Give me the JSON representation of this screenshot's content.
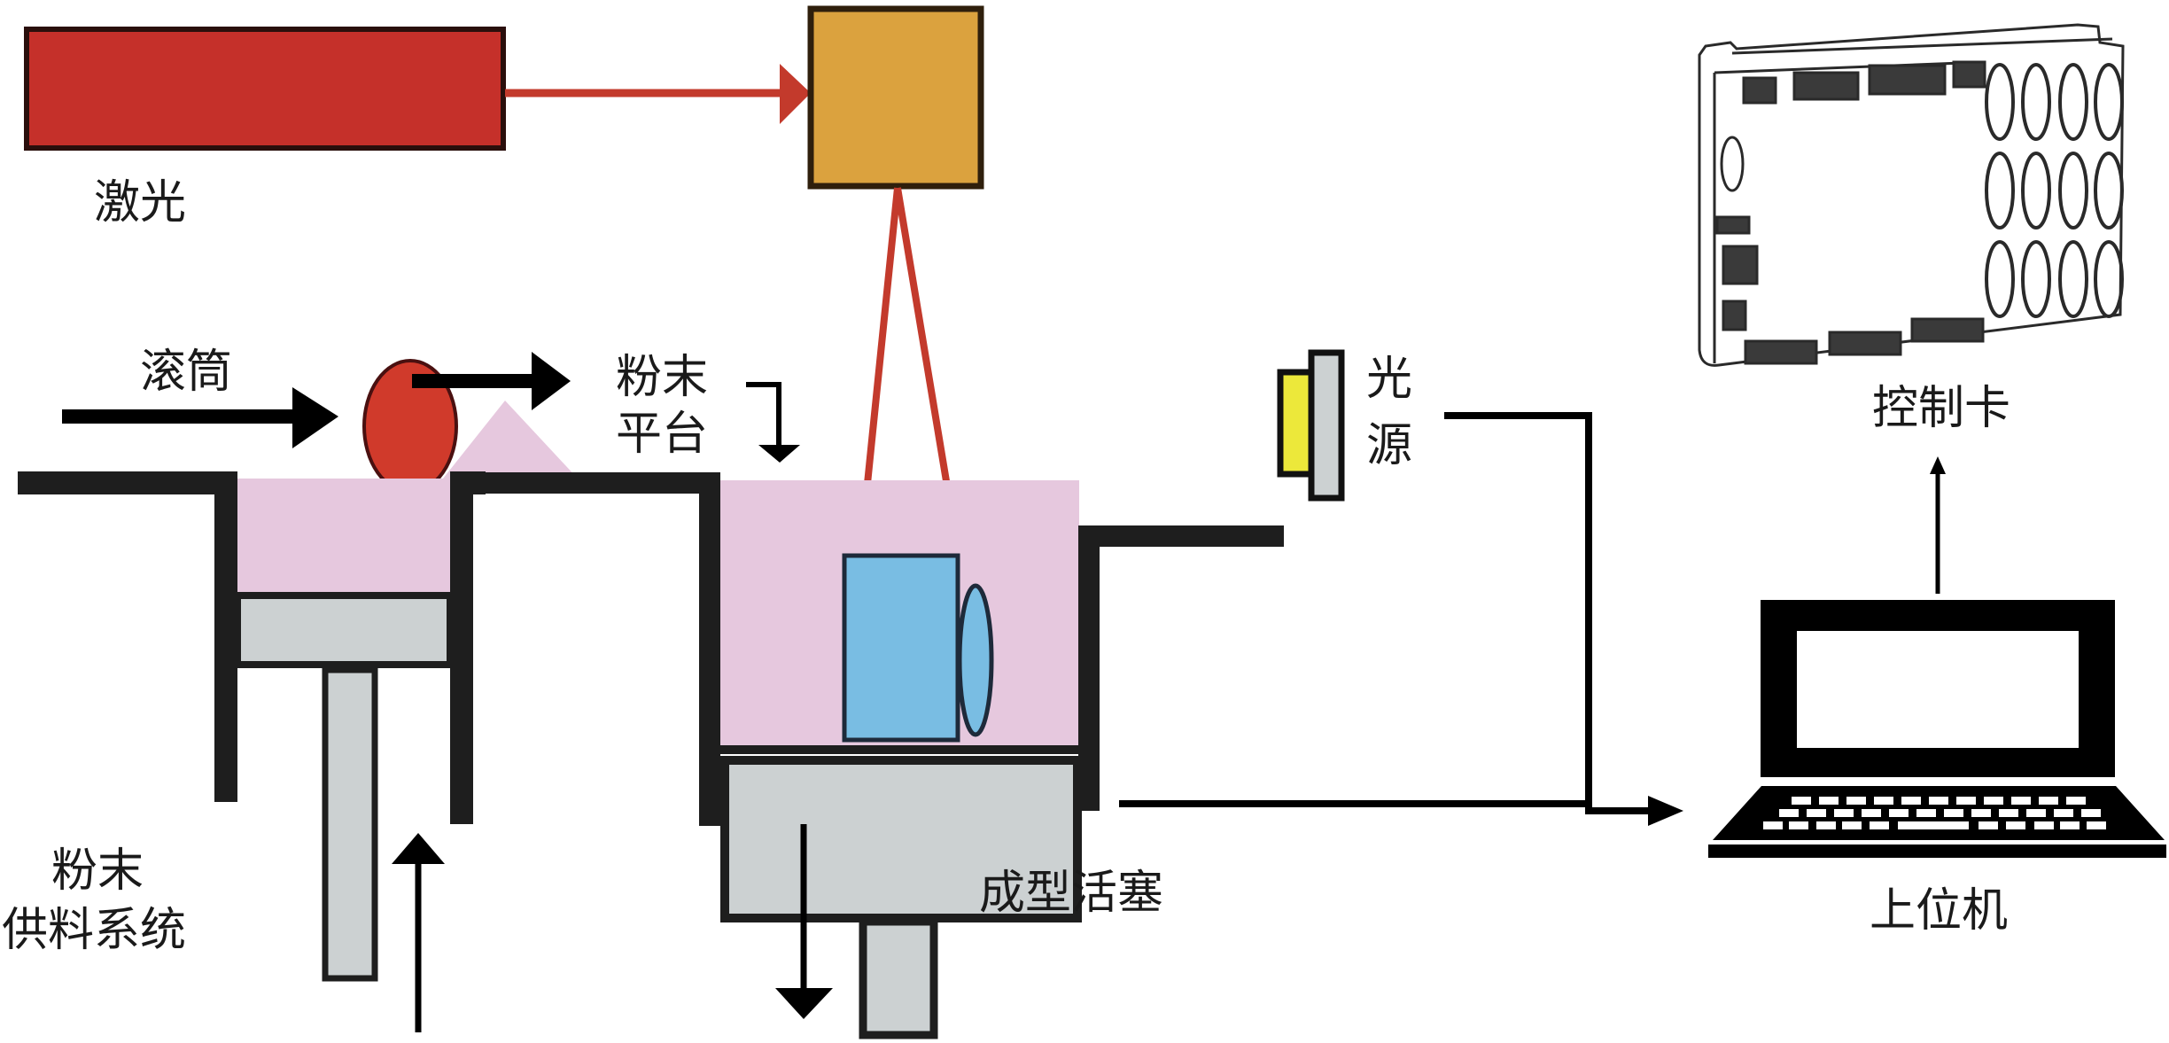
{
  "labels": {
    "laser": "激光",
    "roller": "滚筒",
    "powder_platform_line1": "粉末",
    "powder_platform_line2": "平台",
    "powder_feed_line1": "粉末",
    "powder_feed_line2": "供料系统",
    "build_piston": "成型活塞",
    "light_source_line1": "光",
    "light_source_line2": "源",
    "control_card": "控制卡",
    "host_computer": "上位机"
  },
  "colors": {
    "laser_body": "#c5302a",
    "galvo_scanner": "#dba23e",
    "laser_beam": "#c33a2c",
    "roller": "#d03a2b",
    "powder": "#e6c8de",
    "piston": "#ccd1d2",
    "part": "#79bde3",
    "light_yellow": "#ece83a",
    "light_grey": "#ccd1d2",
    "outline": "#1e1e1e"
  },
  "icons": {
    "control_card": "controller-board-icon",
    "host_computer": "laptop-icon"
  }
}
